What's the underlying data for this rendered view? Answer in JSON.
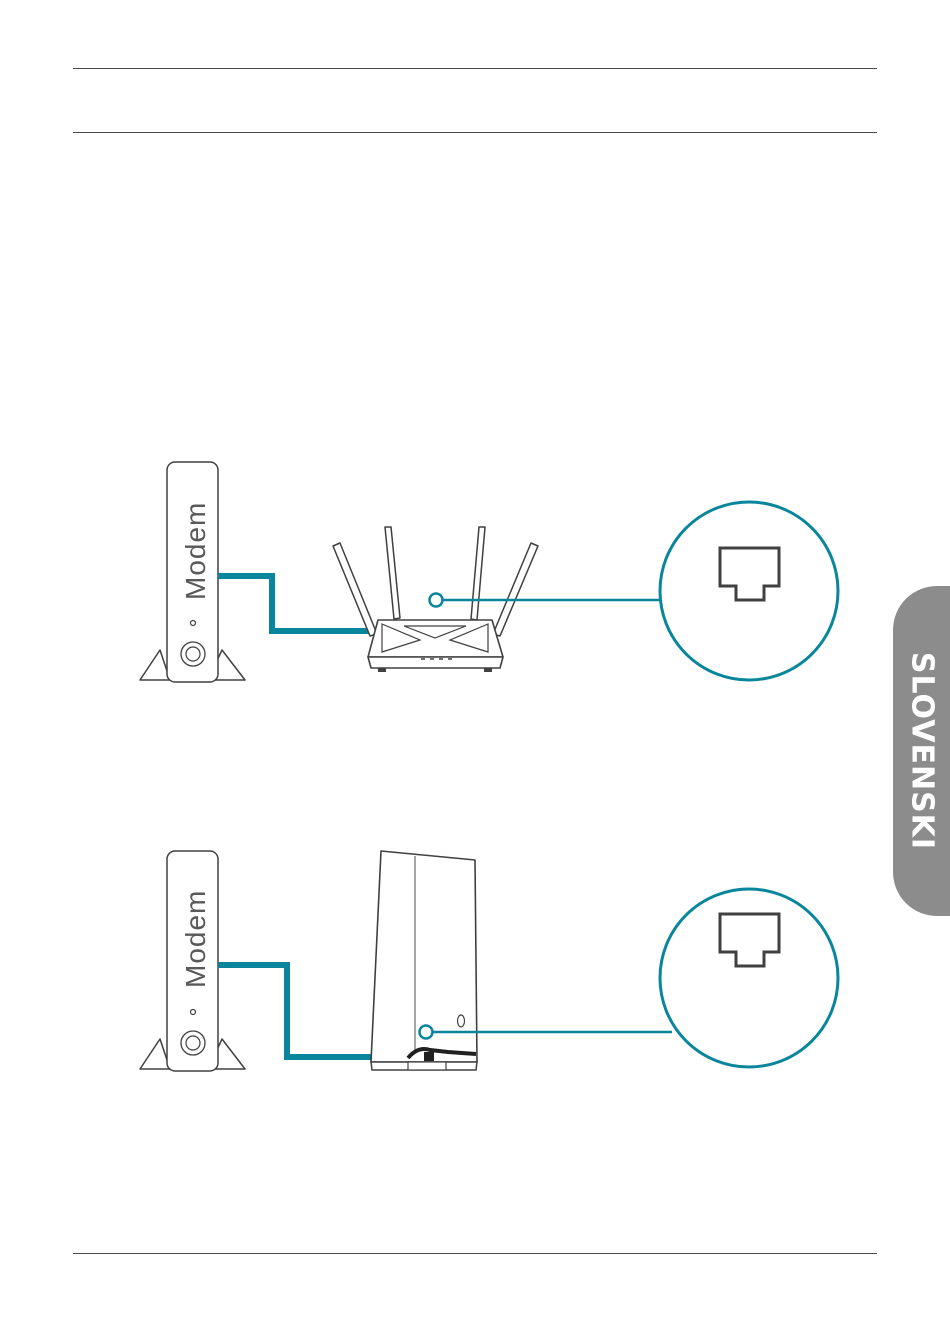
{
  "page": {
    "header": {
      "title": ""
    },
    "language_tab": {
      "label": "SLOVENSKI",
      "color": "#8c8c8c"
    }
  },
  "diagrams": [
    {
      "modem": {
        "label": "Modem"
      },
      "device": {
        "icon": "router-four-antenna-icon"
      },
      "callout": {
        "icon": "ethernet-port-icon"
      }
    },
    {
      "modem": {
        "label": "Modem"
      },
      "device": {
        "icon": "tower-mesh-unit-icon"
      },
      "callout": {
        "icon": "ethernet-port-icon"
      }
    }
  ],
  "colors": {
    "cable": "#0a869c",
    "outline": "#404040"
  }
}
